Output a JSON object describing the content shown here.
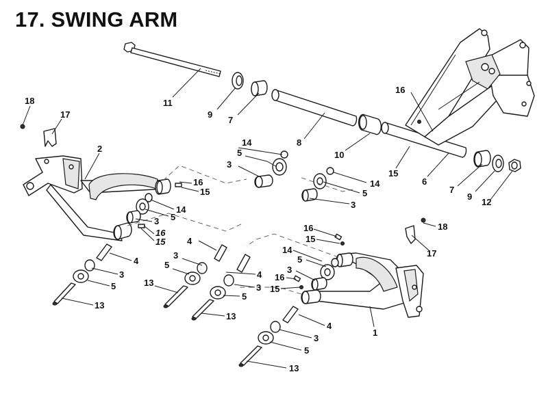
{
  "title": "17. SWING ARM",
  "callouts": {
    "c1": "1",
    "c2": "2",
    "c3": "3",
    "c4": "4",
    "c5": "5",
    "c6": "6",
    "c7": "7",
    "c8": "8",
    "c9": "9",
    "c10": "10",
    "c11": "11",
    "c12": "12",
    "c13": "13",
    "c14": "14",
    "c15": "15",
    "c16": "16",
    "c17": "17",
    "c18": "18"
  }
}
